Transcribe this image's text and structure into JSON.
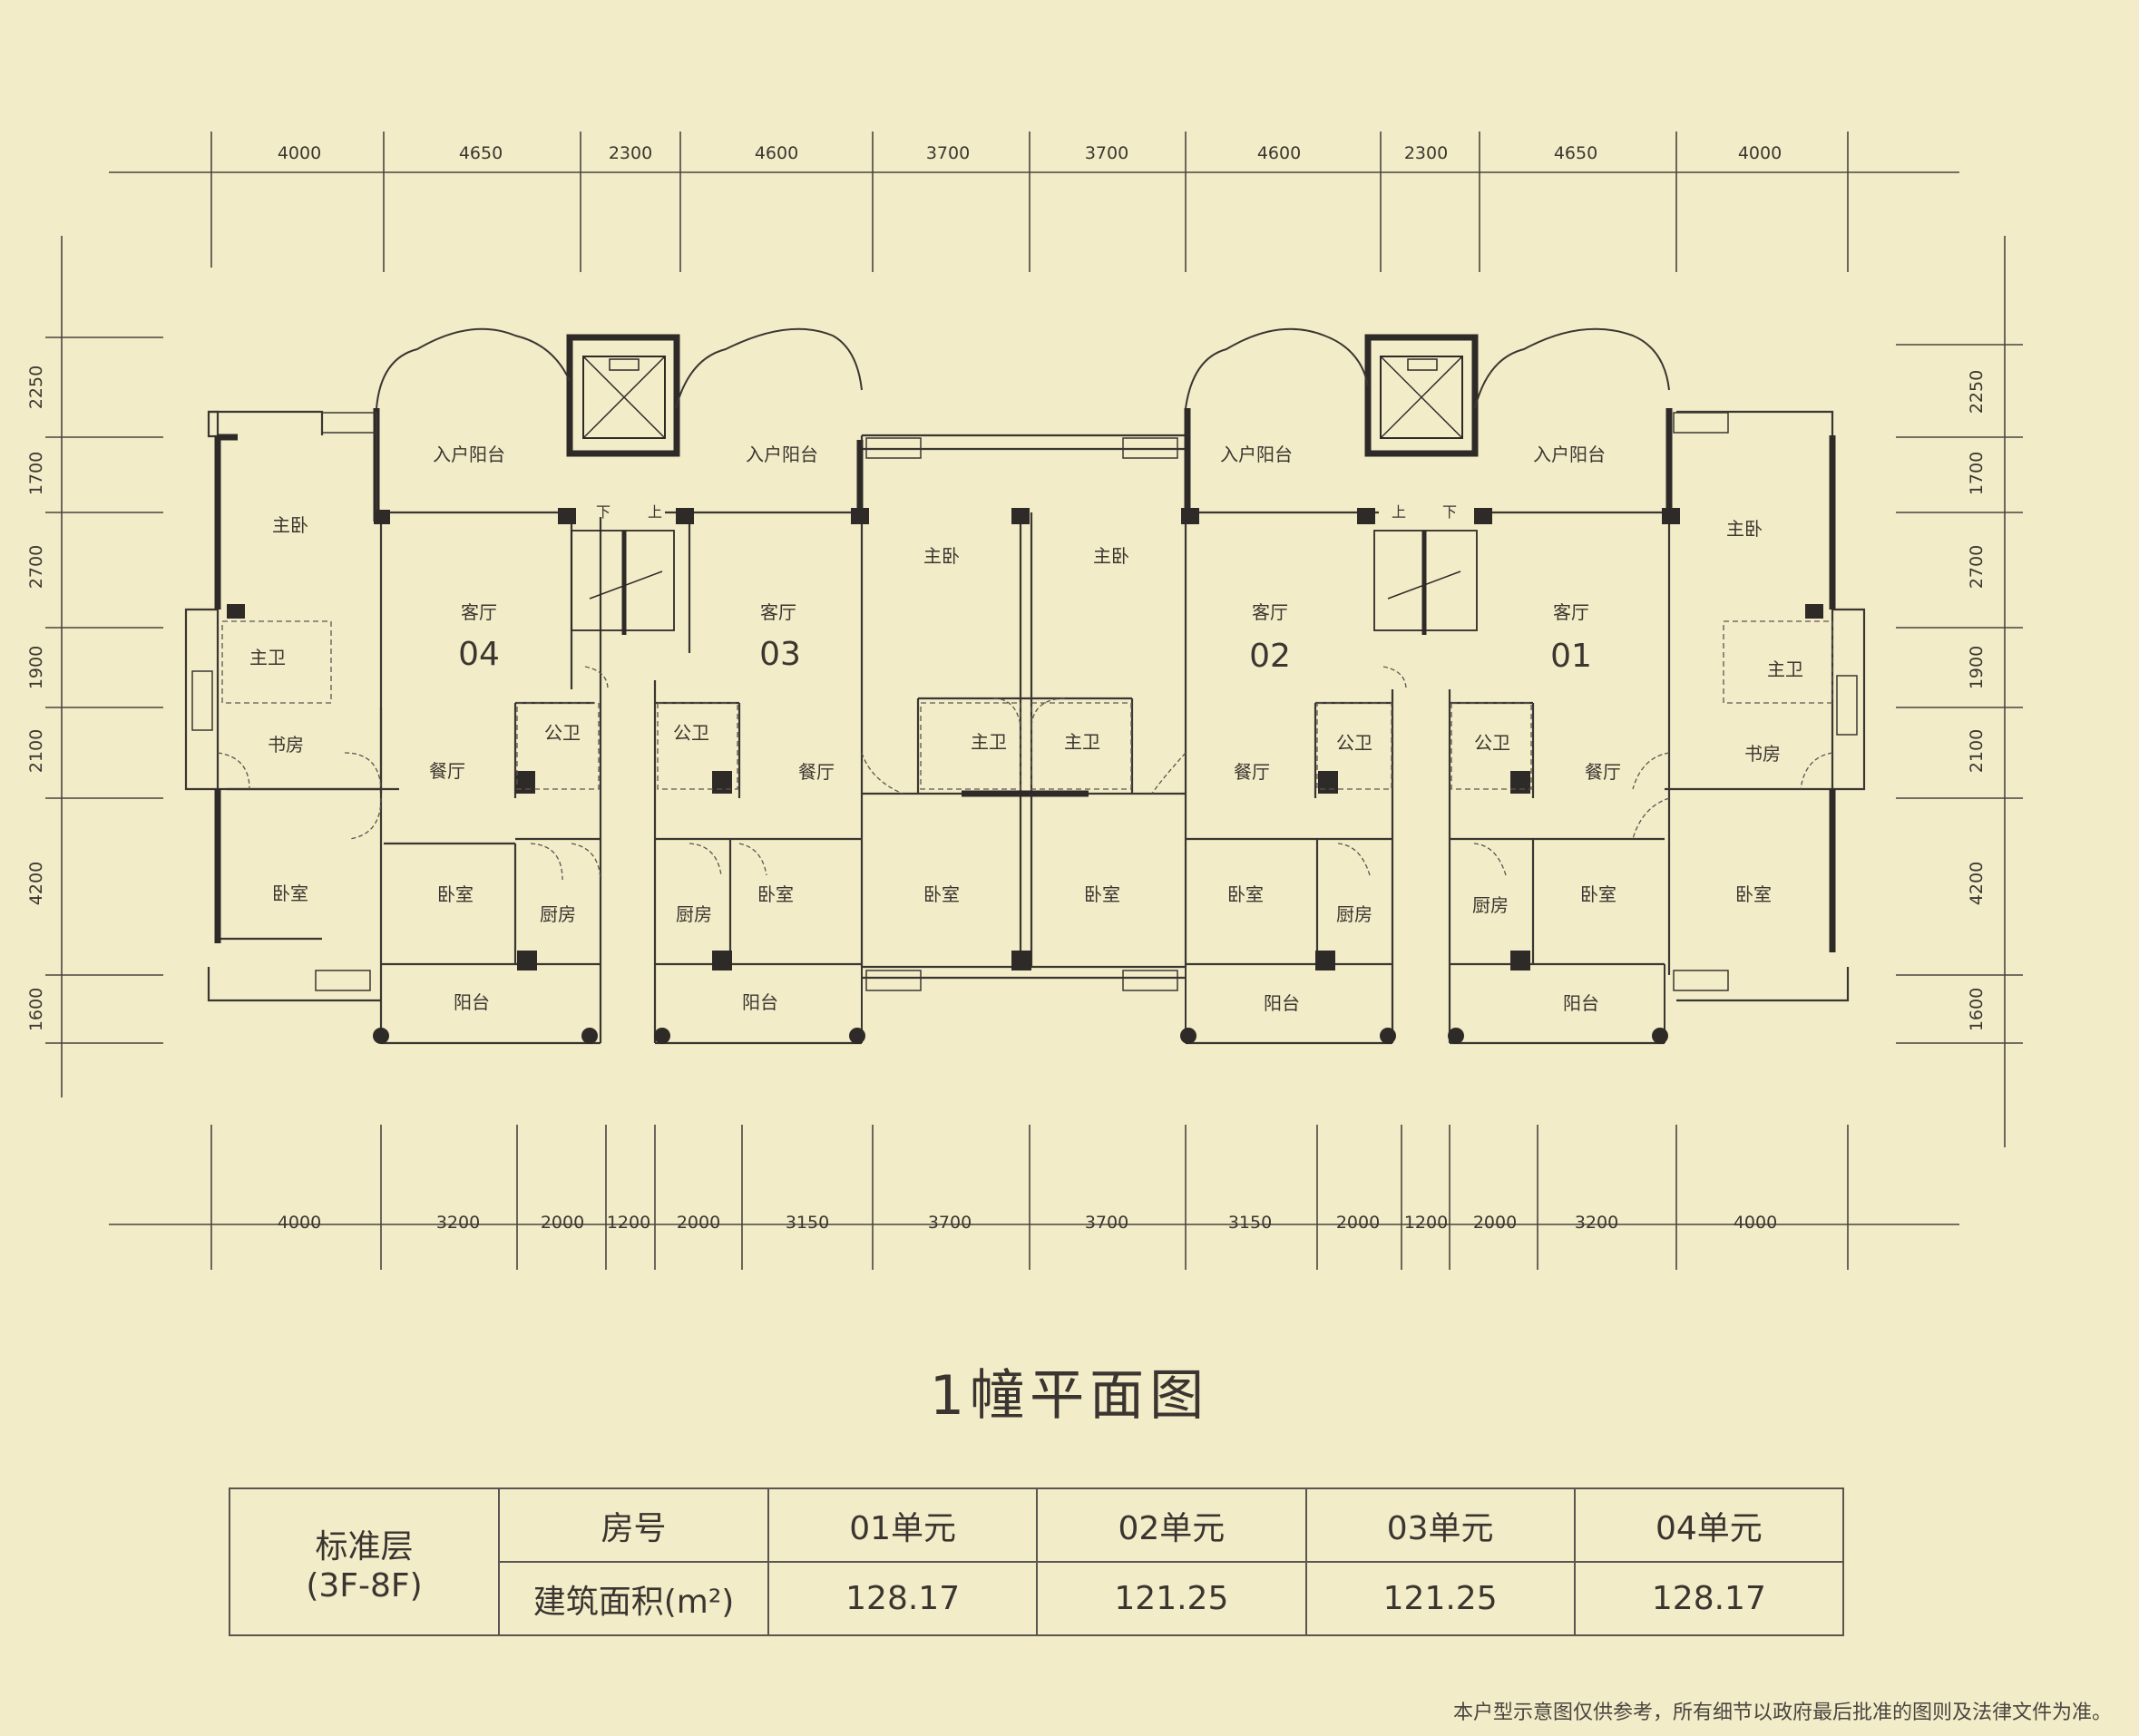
{
  "dims": {
    "top": [
      "4000",
      "4650",
      "2300",
      "4600",
      "3700",
      "3700",
      "4600",
      "2300",
      "4650",
      "4000"
    ],
    "bottom": [
      "4000",
      "3200",
      "2000",
      "1200",
      "2000",
      "3150",
      "3700",
      "3700",
      "3150",
      "2000",
      "1200",
      "2000",
      "3200",
      "4000"
    ],
    "left": [
      "2250",
      "1700",
      "2700",
      "1900",
      "2100",
      "4200",
      "1600"
    ],
    "right": [
      "2250",
      "1700",
      "2700",
      "1900",
      "2100",
      "4200",
      "1600"
    ]
  },
  "rooms": {
    "entry_balcony": "入户阳台",
    "master_bedroom": "主卧",
    "living_room": "客厅",
    "master_bath": "主卫",
    "study": "书房",
    "dining": "餐厅",
    "public_bath": "公卫",
    "bedroom": "卧室",
    "kitchen": "厨房",
    "balcony": "阳台",
    "down": "下",
    "up": "上"
  },
  "unit_numbers": [
    "04",
    "03",
    "02",
    "01"
  ],
  "title": "1幢平面图",
  "table": {
    "row_header_line1": "标准层",
    "row_header_line2": "(3F-8F)",
    "col_label": "房号",
    "area_label": "建筑面积(m²)",
    "units": [
      "01单元",
      "02单元",
      "03单元",
      "04单元"
    ],
    "areas": [
      "128.17",
      "121.25",
      "121.25",
      "128.17"
    ]
  },
  "footnote": "本户型示意图仅供参考，所有细节以政府最后批准的图则及法律文件为准。",
  "colors": {
    "paper": "#f3ecc8",
    "ink": "#3b3630",
    "wall": "#2e2a27"
  }
}
